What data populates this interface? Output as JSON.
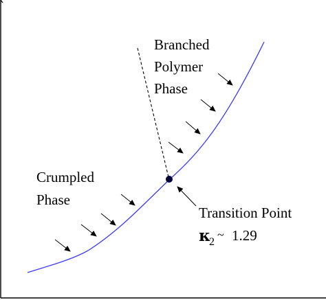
{
  "labels": {
    "branched_line1": "Branched",
    "branched_line2": "Polymer",
    "branched_line3": "Phase",
    "crumpled_line1": "Crumpled",
    "crumpled_line2": "Phase",
    "transition_title": "Transition Point",
    "kappa_symbol": "κ",
    "kappa_subscript": "2",
    "approx_symbol": "~",
    "kappa_value": "1.29"
  },
  "colors": {
    "phase_boundary": "#3a3aff",
    "frame": "#000000",
    "dashed_line": "#000000",
    "arrows": "#000000",
    "transition_point": "#00003a"
  }
}
